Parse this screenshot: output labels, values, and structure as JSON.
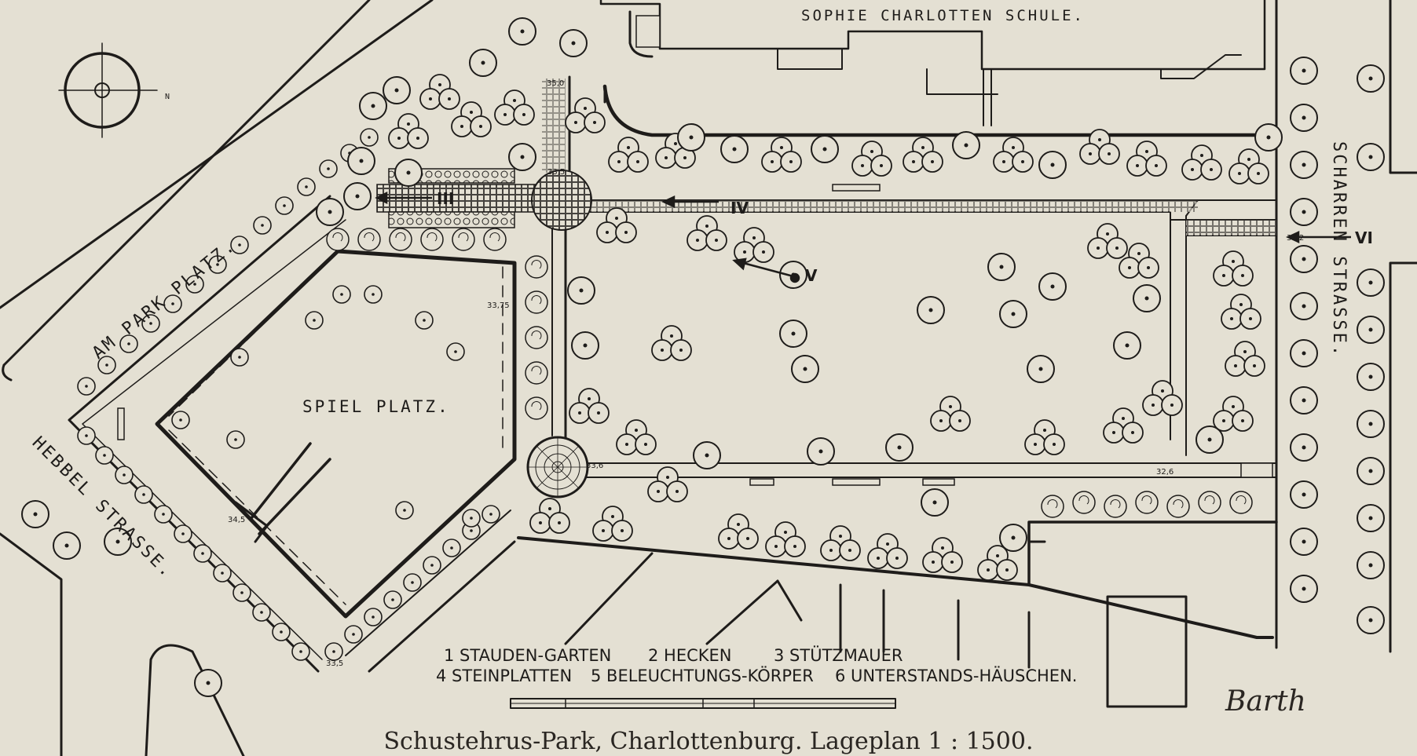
{
  "labels": {
    "school": "SOPHIE CHARLOTTEN SCHULE.",
    "park_platz": "AM PARK PLATZ.",
    "hebbel": "HEBBEL STRASSE.",
    "scharren": "SCHARREN STRASSE.",
    "spielplatz": "SPIEL PLATZ.",
    "north": "N"
  },
  "viewpoints": [
    "III",
    "IV",
    "V",
    "VI"
  ],
  "elevations": [
    "35,0",
    "33,5",
    "33,75",
    "33,6",
    "33,2",
    "32,6",
    "34,5",
    "33,5"
  ],
  "legend": [
    "1 STAUDEN-GARTEN",
    "2 HECKEN",
    "3 STÜTZMAUER",
    "4 STEINPLATTEN",
    "5 BELEUCHTUNGS-KÖRPER",
    "6 UNTERSTANDS-HÄUSCHEN."
  ],
  "caption": "Schustehrus-Park, Charlottenburg.   Lageplan 1 : 1500.",
  "signature": "Barth",
  "colors": {
    "paper": "#e4e0d3",
    "ink": "#1e1c1a"
  }
}
